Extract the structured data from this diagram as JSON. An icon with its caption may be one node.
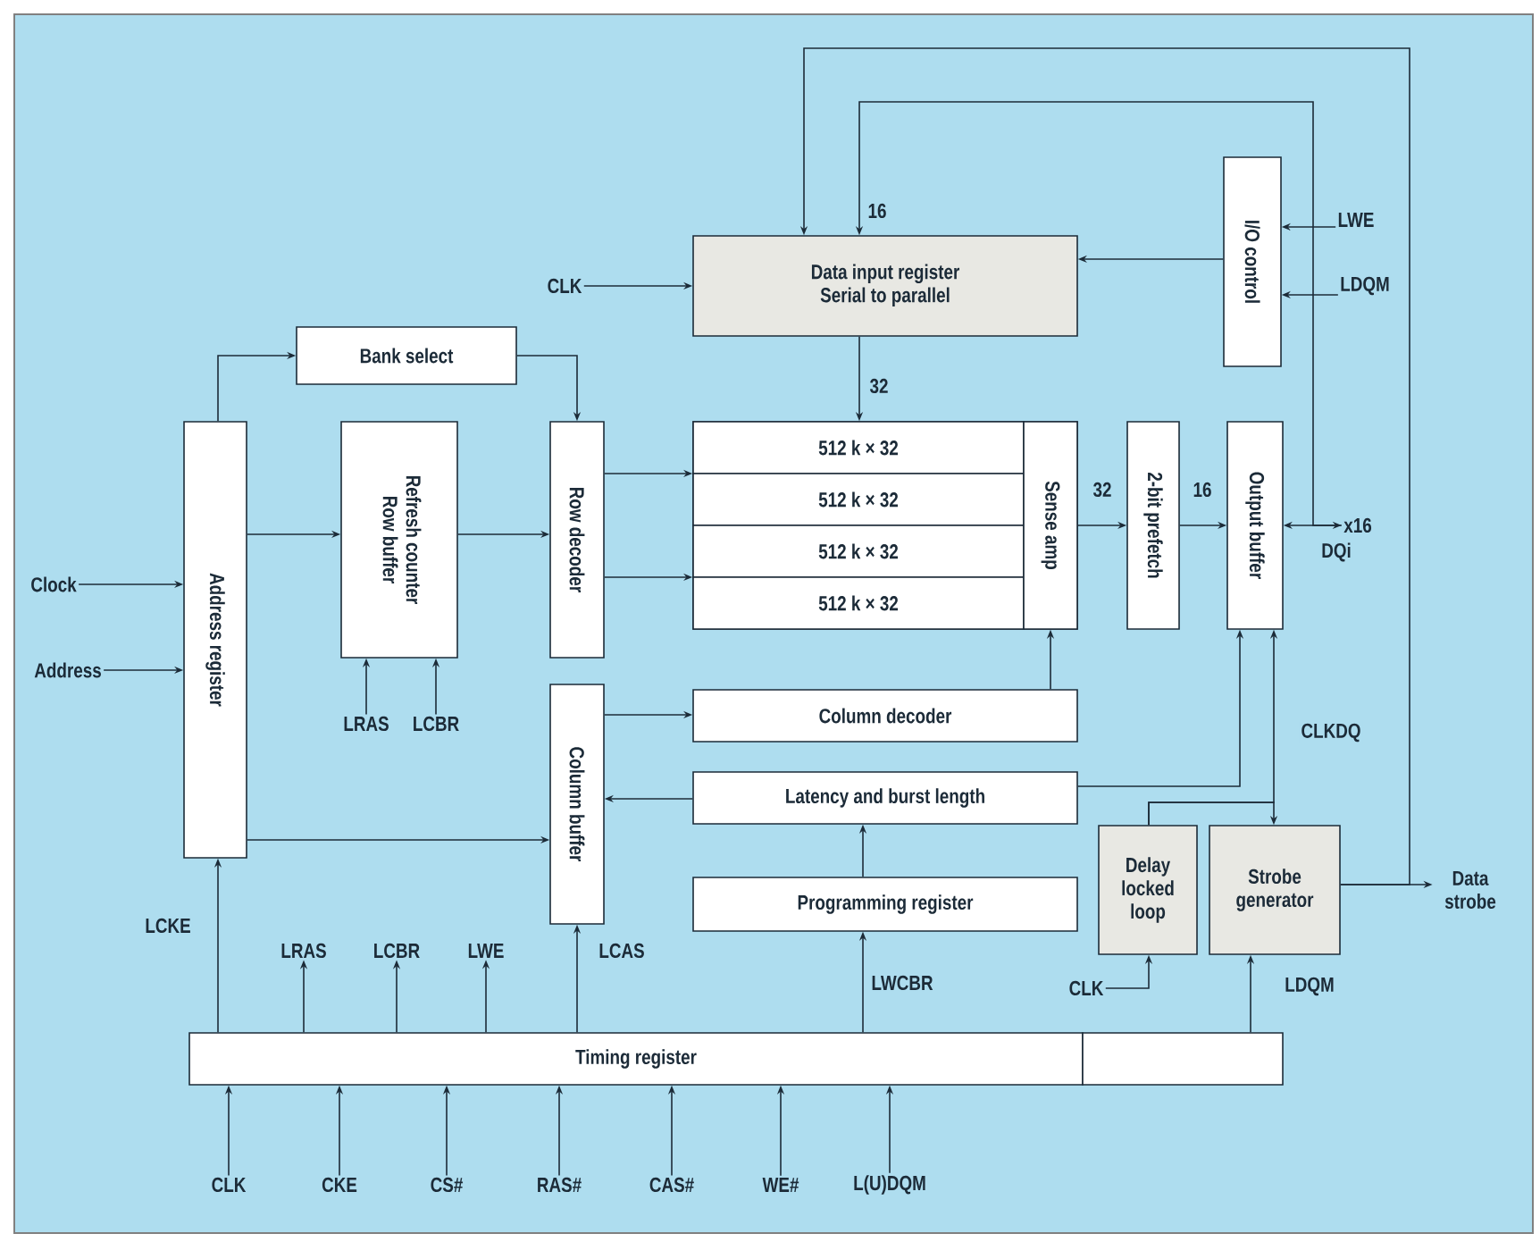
{
  "diagram": {
    "nodes": [
      {
        "text": [
          "Data input register",
          "Serial to parallel"
        ]
      },
      {
        "text": [
          "I/O control"
        ]
      },
      {
        "text": [
          "CLK"
        ]
      },
      {
        "text": [
          "LWE"
        ]
      },
      {
        "text": [
          "LDQM"
        ]
      },
      {
        "text": [
          "Bank select"
        ]
      },
      {
        "text": [
          "Address register"
        ]
      },
      {
        "text": [
          "Refresh counter",
          "Row buffer"
        ]
      },
      {
        "text": [
          "Row decoder"
        ]
      },
      {
        "text": [],
        "shape": "box"
      },
      {
        "text": [
          "512 k × 32"
        ],
        "in": 9
      },
      {
        "text": [
          "512 k × 32"
        ],
        "in": 9
      },
      {
        "text": [
          "512 k × 32"
        ],
        "in": 9
      },
      {
        "text": [
          "512 k × 32"
        ],
        "in": 9
      },
      {
        "text": [
          "Sense amp"
        ],
        "in": 9
      },
      {
        "text": [
          "2-bit prefetch"
        ]
      },
      {
        "text": [
          "Output buffer"
        ]
      },
      {
        "text": [
          "x16"
        ]
      },
      {
        "text": [
          "Clock"
        ]
      },
      {
        "text": [
          "Address"
        ]
      },
      {
        "text": [
          "LRAS"
        ]
      },
      {
        "text": [
          "LCBR"
        ]
      },
      {
        "text": [
          "Column buffer"
        ]
      },
      {
        "text": [
          "Column decoder"
        ]
      },
      {
        "text": [
          "Latency and burst length"
        ]
      },
      {
        "text": [
          "Programming register"
        ]
      },
      {
        "text": [
          "Delay locked loop"
        ]
      },
      {
        "text": [
          "Strobe generator"
        ]
      },
      {
        "text": [
          "Data strobe"
        ]
      },
      {
        "text": [
          "LRAS"
        ]
      },
      {
        "text": [
          "LCBR"
        ]
      },
      {
        "text": [
          "LWE"
        ]
      },
      {
        "text": [
          "CLK"
        ]
      },
      {
        "text": [
          "Timing register"
        ]
      },
      {
        "text": [],
        "shape": "box"
      },
      {
        "text": [
          "CLK"
        ]
      },
      {
        "text": [
          "CKE"
        ]
      },
      {
        "text": [
          "CS#"
        ]
      },
      {
        "text": [
          "RAS#"
        ]
      },
      {
        "text": [
          "CAS#"
        ]
      },
      {
        "text": [
          "WE#"
        ]
      },
      {
        "text": [
          "L(U)DQM"
        ]
      }
    ],
    "edges": [
      {
        "from": 16,
        "to": 17,
        "arrow": "both",
        "label": "DQi"
      },
      {
        "from": 17,
        "to": 0,
        "arrow": "to",
        "label": "16"
      },
      {
        "from": 0,
        "to": 9,
        "arrow": "to",
        "label": "32"
      },
      {
        "from": 1,
        "to": 0,
        "arrow": "to"
      },
      {
        "from": 3,
        "to": 1,
        "arrow": "to"
      },
      {
        "from": 4,
        "to": 1,
        "arrow": "to"
      },
      {
        "from": 2,
        "to": 0,
        "arrow": "to"
      },
      {
        "from": 6,
        "to": 5,
        "arrow": "to"
      },
      {
        "from": 5,
        "to": 8,
        "arrow": "to"
      },
      {
        "from": 6,
        "to": 7,
        "arrow": "to"
      },
      {
        "from": 7,
        "to": 8,
        "arrow": "to"
      },
      {
        "from": 8,
        "to": 9,
        "arrow": "to"
      },
      {
        "from": 8,
        "to": 9,
        "arrow": "to"
      },
      {
        "from": 14,
        "to": 15,
        "arrow": "to",
        "label": "32"
      },
      {
        "from": 15,
        "to": 16,
        "arrow": "to",
        "label": "16"
      },
      {
        "from": 18,
        "to": 6,
        "arrow": "to"
      },
      {
        "from": 19,
        "to": 6,
        "arrow": "to"
      },
      {
        "from": 20,
        "to": 7,
        "arrow": "to"
      },
      {
        "from": 21,
        "to": 7,
        "arrow": "to"
      },
      {
        "from": 6,
        "to": 22,
        "arrow": "to"
      },
      {
        "from": 22,
        "to": 23,
        "arrow": "to"
      },
      {
        "from": 23,
        "to": 14,
        "arrow": "to"
      },
      {
        "from": 24,
        "to": 22,
        "arrow": "to"
      },
      {
        "from": 25,
        "to": 24,
        "arrow": "to"
      },
      {
        "from": 24,
        "to": 16,
        "arrow": "to"
      },
      {
        "from": 26,
        "to": 16,
        "arrow": "to",
        "label": "CLKDQ"
      },
      {
        "from": 26,
        "to": 27,
        "arrow": "to"
      },
      {
        "from": 27,
        "to": 28,
        "arrow": "to"
      },
      {
        "from": 27,
        "to": 0,
        "arrow": "to"
      },
      {
        "from": 32,
        "to": 26,
        "arrow": "to"
      },
      {
        "from": 33,
        "to": 6,
        "arrow": "to",
        "label": "LCKE"
      },
      {
        "from": 33,
        "to": 29,
        "arrow": "to"
      },
      {
        "from": 33,
        "to": 30,
        "arrow": "to"
      },
      {
        "from": 33,
        "to": 31,
        "arrow": "to"
      },
      {
        "from": 33,
        "to": 22,
        "arrow": "to",
        "label": "LCAS"
      },
      {
        "from": 33,
        "to": 25,
        "arrow": "to",
        "label": "LWCBR"
      },
      {
        "from": 34,
        "to": 27,
        "arrow": "to",
        "label": "LDQM"
      },
      {
        "from": 35,
        "to": 33,
        "arrow": "to"
      },
      {
        "from": 36,
        "to": 33,
        "arrow": "to"
      },
      {
        "from": 37,
        "to": 33,
        "arrow": "to"
      },
      {
        "from": 38,
        "to": 33,
        "arrow": "to"
      },
      {
        "from": 39,
        "to": 33,
        "arrow": "to"
      },
      {
        "from": 40,
        "to": 33,
        "arrow": "to"
      },
      {
        "from": 41,
        "to": 33,
        "arrow": "to"
      }
    ]
  }
}
